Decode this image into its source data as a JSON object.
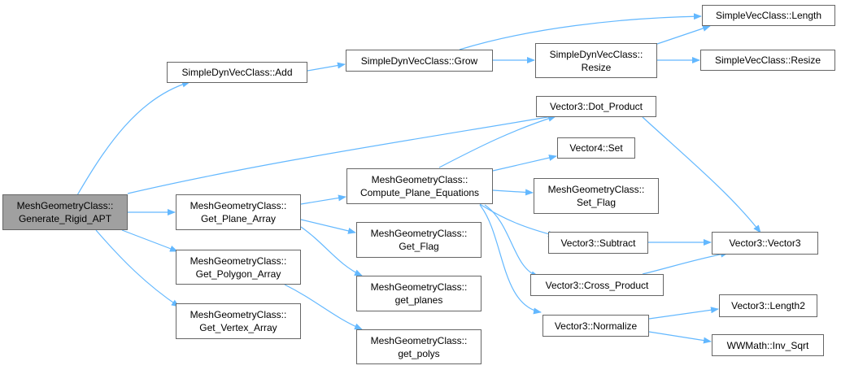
{
  "colors": {
    "edge": "#63b8ff",
    "node_border": "#666666",
    "node_fill": "#ffffff",
    "root_fill": "#a0a0a0"
  },
  "nodes": {
    "generate_rigid_apt": {
      "line1": "MeshGeometryClass::",
      "line2": "Generate_Rigid_APT"
    },
    "dynvec_add": {
      "line1": "SimpleDynVecClass::Add"
    },
    "dynvec_grow": {
      "line1": "SimpleDynVecClass::Grow"
    },
    "dynvec_resize": {
      "line1": "SimpleDynVecClass::",
      "line2": "Resize"
    },
    "vec_length": {
      "line1": "SimpleVecClass::Length"
    },
    "vec_resize": {
      "line1": "SimpleVecClass::Resize"
    },
    "dot_product": {
      "line1": "Vector3::Dot_Product"
    },
    "vector4_set": {
      "line1": "Vector4::Set"
    },
    "compute_plane_equations": {
      "line1": "MeshGeometryClass::",
      "line2": "Compute_Plane_Equations"
    },
    "set_flag": {
      "line1": "MeshGeometryClass::",
      "line2": "Set_Flag"
    },
    "get_plane_array": {
      "line1": "MeshGeometryClass::",
      "line2": "Get_Plane_Array"
    },
    "get_flag": {
      "line1": "MeshGeometryClass::",
      "line2": "Get_Flag"
    },
    "subtract": {
      "line1": "Vector3::Subtract"
    },
    "vector3_ctor": {
      "line1": "Vector3::Vector3"
    },
    "get_polygon_array": {
      "line1": "MeshGeometryClass::",
      "line2": "Get_Polygon_Array"
    },
    "get_planes": {
      "line1": "MeshGeometryClass::",
      "line2": "get_planes"
    },
    "cross_product": {
      "line1": "Vector3::Cross_Product"
    },
    "get_vertex_array": {
      "line1": "MeshGeometryClass::",
      "line2": "Get_Vertex_Array"
    },
    "normalize": {
      "line1": "Vector3::Normalize"
    },
    "length2": {
      "line1": "Vector3::Length2"
    },
    "get_polys": {
      "line1": "MeshGeometryClass::",
      "line2": "get_polys"
    },
    "inv_sqrt": {
      "line1": "WWMath::Inv_Sqrt"
    }
  }
}
